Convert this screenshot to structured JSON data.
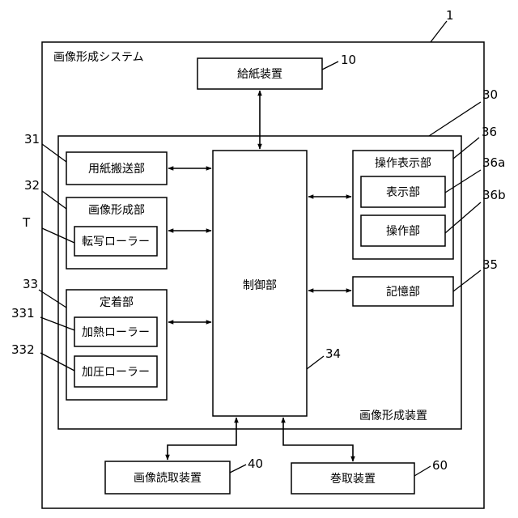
{
  "system": {
    "title": "画像形成システム",
    "ref": "1"
  },
  "feeder": {
    "label": "給紙装置",
    "ref": "10"
  },
  "apparatus": {
    "label": "画像形成装置",
    "ref": "30"
  },
  "paper_transport": {
    "label": "用紙搬送部",
    "ref": "31"
  },
  "image_forming_unit": {
    "label": "画像形成部",
    "ref": "32"
  },
  "transfer_roller": {
    "label": "転写ローラー",
    "ref": "T"
  },
  "fixing_unit": {
    "label": "定着部",
    "ref": "33"
  },
  "heating_roller": {
    "label": "加熱ローラー",
    "ref": "331"
  },
  "pressure_roller": {
    "label": "加圧ローラー",
    "ref": "332"
  },
  "controller": {
    "label": "制御部",
    "ref": "34"
  },
  "operation_display": {
    "label": "操作表示部",
    "ref": "36"
  },
  "display_unit": {
    "label": "表示部",
    "ref": "36a"
  },
  "operation_unit": {
    "label": "操作部",
    "ref": "36b"
  },
  "storage": {
    "label": "記憶部",
    "ref": "35"
  },
  "image_reader": {
    "label": "画像読取装置",
    "ref": "40"
  },
  "winder": {
    "label": "巻取装置",
    "ref": "60"
  }
}
